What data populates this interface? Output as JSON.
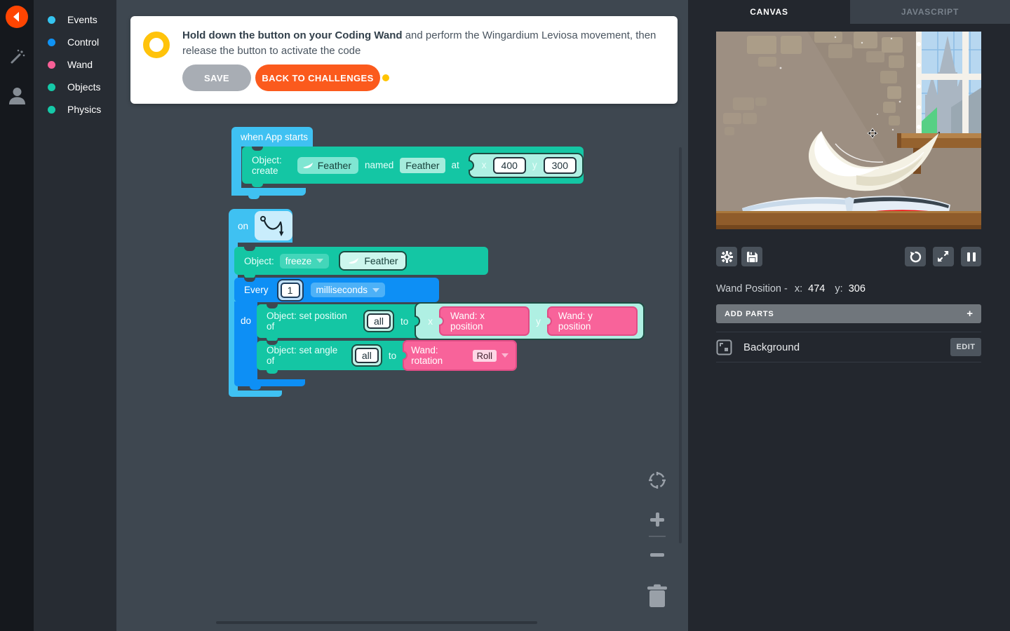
{
  "palette": {
    "items": [
      {
        "label": "Events",
        "color": "#35c4f0"
      },
      {
        "label": "Control",
        "color": "#0f93f5"
      },
      {
        "label": "Wand",
        "color": "#f75f96"
      },
      {
        "label": "Objects",
        "color": "#15c9a8"
      },
      {
        "label": "Physics",
        "color": "#15c9a8"
      }
    ]
  },
  "challenge": {
    "instruction_bold": "Hold down the button on your Coding Wand",
    "instruction_rest": " and perform the Wingardium Leviosa movement, then release the button to activate the code",
    "save_label": "SAVE",
    "back_label": "BACK TO CHALLENGES"
  },
  "blocks": {
    "when_app_starts": {
      "label": "when App starts"
    },
    "create": {
      "label": "Object: create",
      "object_dropdown": "Feather",
      "named_label": "named",
      "name_value": "Feather",
      "at_label": "at",
      "x_label": "x",
      "x_value": "400",
      "y_label": "y",
      "y_value": "300"
    },
    "on_gesture": {
      "label": "on"
    },
    "freeze": {
      "label": "Object:",
      "action_dropdown": "freeze",
      "object_chip": "Feather"
    },
    "every": {
      "label": "Every",
      "value": "1",
      "unit_dropdown": "milliseconds"
    },
    "do_label": "do",
    "set_position": {
      "label": "Object: set position of",
      "target": "all",
      "to_label": "to",
      "x_label": "x",
      "x_chip": "Wand: x position",
      "y_label": "y",
      "y_chip": "Wand: y position"
    },
    "set_angle": {
      "label": "Object: set angle of",
      "target": "all",
      "to_label": "to",
      "chip": "Wand: rotation",
      "axis_dropdown": "Roll"
    }
  },
  "right_panel": {
    "tabs": [
      {
        "label": "CANVAS"
      },
      {
        "label": "JAVASCRIPT"
      }
    ],
    "wand_position": {
      "label": "Wand Position -",
      "x_label": "x:",
      "x_value": "474",
      "y_label": "y:",
      "y_value": "306"
    },
    "add_parts": {
      "label": "ADD PARTS",
      "plus": "+"
    },
    "parts": [
      {
        "label": "Background",
        "action": "EDIT"
      }
    ]
  },
  "colors": {
    "logo_orange": "#fe4502",
    "accent_orange": "#fb5a1d",
    "ring_yellow": "#ffc30b",
    "notification_yellow": "#ffc400",
    "block_cyan": "#3fc1f2",
    "block_teal": "#14c6a4",
    "block_blue": "#0d8ff5",
    "chip_pink": "#f8639a",
    "workspace_bg": "#3e4750",
    "panel_bg": "#23272e"
  }
}
